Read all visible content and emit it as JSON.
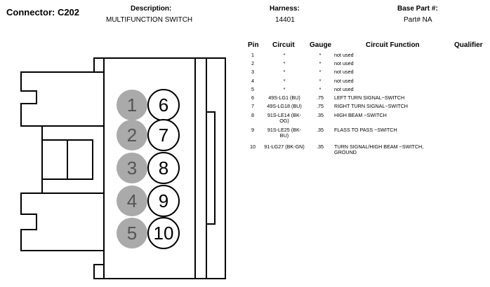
{
  "header": {
    "connector_label": "Connector: C202",
    "description_label": "Description:",
    "description_value": "MULTIFUNCTION SWITCH",
    "harness_label": "Harness:",
    "harness_value": "14401",
    "base_part_label": "Base Part #:",
    "base_part_value": "Part# NA"
  },
  "table": {
    "columns": [
      "Pin",
      "Circuit",
      "Gauge",
      "Circuit Function",
      "Qualifier"
    ],
    "rows": [
      {
        "pin": "1",
        "circuit": "*",
        "gauge": "*",
        "function": "not used"
      },
      {
        "pin": "2",
        "circuit": "*",
        "gauge": "*",
        "function": "not used"
      },
      {
        "pin": "3",
        "circuit": "*",
        "gauge": "*",
        "function": "not used"
      },
      {
        "pin": "4",
        "circuit": "*",
        "gauge": "*",
        "function": "not used"
      },
      {
        "pin": "5",
        "circuit": "*",
        "gauge": "*",
        "function": "not used"
      },
      {
        "pin": "6",
        "circuit": "49S-LG1 (BU)",
        "gauge": ".75",
        "function": "LEFT TURN SIGNAL~SWITCH"
      },
      {
        "pin": "7",
        "circuit": "49S-LG18 (BU)",
        "gauge": ".75",
        "function": "RIGHT TURN SIGNAL~SWITCH"
      },
      {
        "pin": "8",
        "circuit": "91S-LE14 (BK-OG)",
        "gauge": ".35",
        "function": "HIGH BEAM ~SWITCH"
      },
      {
        "pin": "9",
        "circuit": "91S-LE25 (BK-BU)",
        "gauge": ".35",
        "function": "FLASS TO PASS ~SWITCH"
      },
      {
        "pin": "10",
        "circuit": "91-LG27 (BK-GN)",
        "gauge": ".35",
        "function": "TURN SIGNAL/HIGH BEAM ~SWITCH, GROUND"
      }
    ]
  },
  "connector": {
    "left_pins": [
      "1",
      "2",
      "3",
      "4",
      "5"
    ],
    "right_pins": [
      "6",
      "7",
      "8",
      "9",
      "10"
    ],
    "colors": {
      "outline": "#000000",
      "unused_pin_fill": "#aaaaaa",
      "used_pin_fill": "#ffffff",
      "unused_pin_text": "#555555"
    }
  }
}
